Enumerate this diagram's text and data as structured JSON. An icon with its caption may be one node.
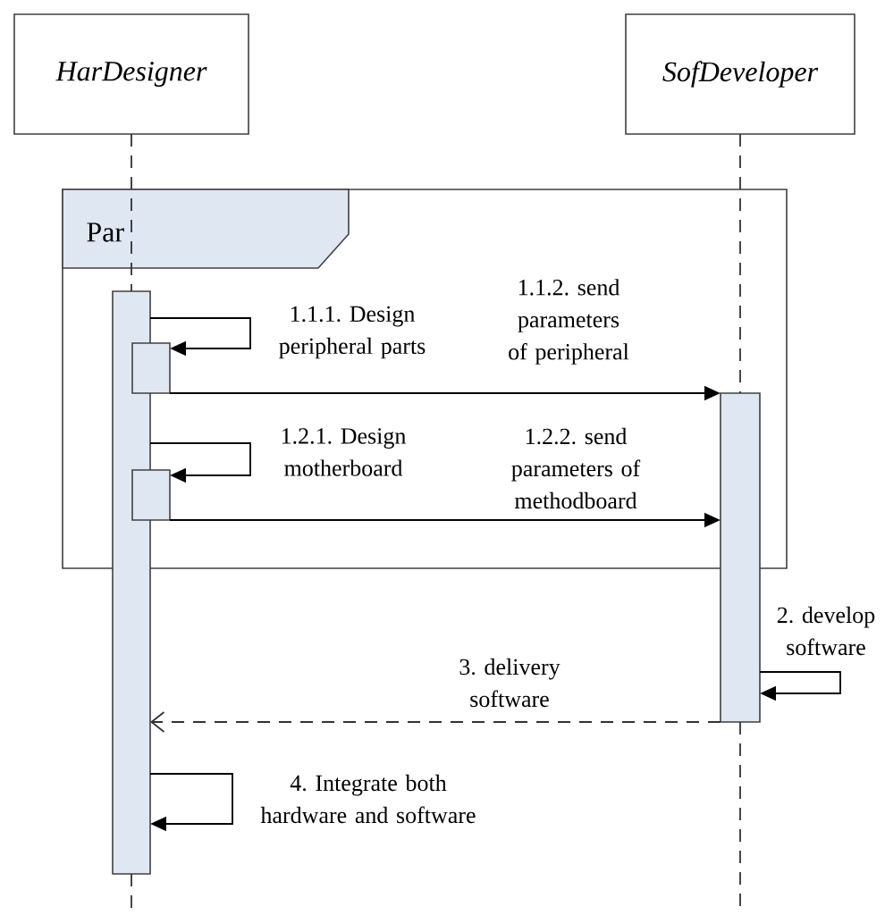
{
  "diagram": {
    "nodes": [
      {
        "text": [
          "HarDesigner"
        ]
      },
      {
        "text": [
          "SofDeveloper"
        ]
      },
      {
        "text": [
          "Par"
        ]
      },
      {
        "text": [],
        "shape": "bar"
      },
      {
        "text": [],
        "shape": "bar",
        "in": 2
      },
      {
        "text": [],
        "shape": "bar",
        "in": 2
      },
      {
        "text": [],
        "shape": "bar"
      }
    ],
    "edges": [
      {
        "from": 0,
        "to": 3,
        "arrow": "none",
        "style": "dashed"
      },
      {
        "from": 3,
        "to": null,
        "arrow": "none",
        "style": "dashed"
      },
      {
        "from": 1,
        "to": 6,
        "arrow": "none",
        "style": "dashed"
      },
      {
        "from": 6,
        "to": null,
        "arrow": "none",
        "style": "dashed"
      },
      {
        "from": 3,
        "to": 4,
        "arrow": "to",
        "label": "1.1.1. Design peripheral parts"
      },
      {
        "from": 4,
        "to": 6,
        "arrow": "to",
        "label": "1.1.2. send parameters of peripheral"
      },
      {
        "from": 3,
        "to": 5,
        "arrow": "to",
        "label": "1.2.1. Design motherboard"
      },
      {
        "from": 5,
        "to": 6,
        "arrow": "to",
        "label": "1.2.2. send parameters of methodboard"
      },
      {
        "from": 6,
        "to": 6,
        "arrow": "to",
        "label": "2. develop software"
      },
      {
        "from": 6,
        "to": 3,
        "arrow": "to",
        "style": "dashed",
        "label": "3. delivery software"
      },
      {
        "from": 3,
        "to": 3,
        "arrow": "to",
        "label": "4. Integrate both hardware and software"
      }
    ]
  }
}
